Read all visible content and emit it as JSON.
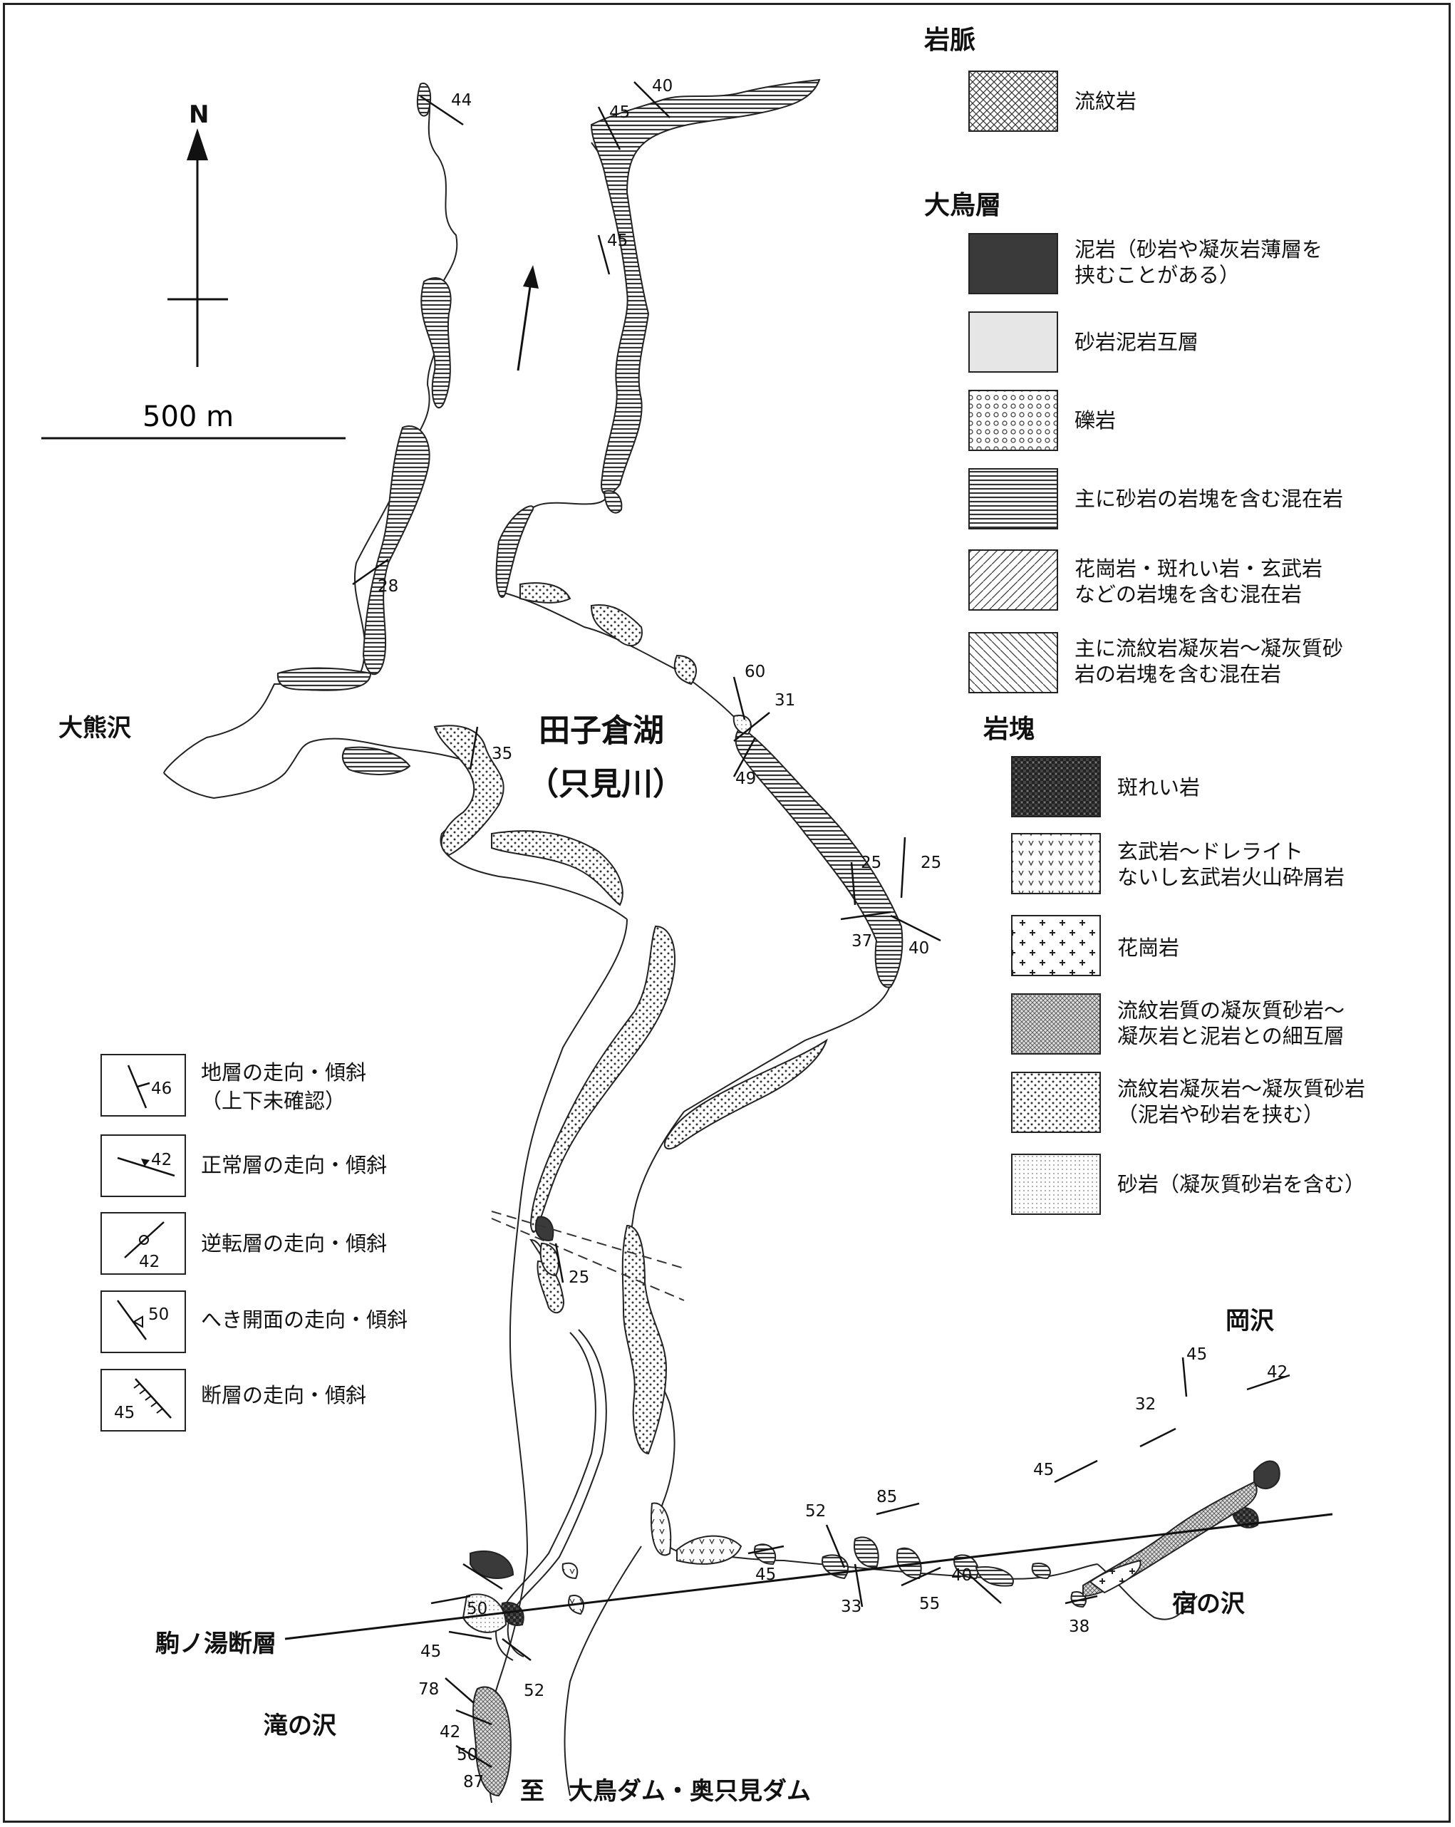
{
  "scale_bar": {
    "label": "500 m"
  },
  "north": {
    "label": "N"
  },
  "place_labels": {
    "lake": "田子倉湖",
    "river": "（只見川）",
    "okuma_sawa": "大熊沢",
    "oka_sawa": "岡沢",
    "yado_no_sawa": "宿の沢",
    "komanoyu_fault": "駒ノ湯断層",
    "taki_no_sawa": "滝の沢",
    "destination": "至　大鳥ダム・奥只見ダム"
  },
  "dip_values": [
    "44",
    "40",
    "45",
    "45",
    "28",
    "60",
    "31",
    "35",
    "49",
    "25",
    "25",
    "37",
    "40",
    "25",
    "45",
    "42",
    "32",
    "45",
    "52",
    "85",
    "45",
    "33",
    "55",
    "40",
    "38",
    "50",
    "45",
    "78",
    "52",
    "42",
    "50",
    "87"
  ],
  "legend": {
    "dike_heading": "岩脈",
    "dike_items": [
      {
        "label": "流紋岩",
        "pattern": "crosshatch"
      }
    ],
    "otori_heading": "大鳥層",
    "otori_items": [
      {
        "label": "泥岩（砂岩や凝灰岩薄層を",
        "label2": "挟むことがある）",
        "pattern": "solid-dark"
      },
      {
        "label": "砂岩泥岩互層",
        "label2": "",
        "pattern": "light-gray"
      },
      {
        "label": "礫岩",
        "label2": "",
        "pattern": "circles"
      },
      {
        "label": "主に砂岩の岩塊を含む混在岩",
        "label2": "",
        "pattern": "horizontal-lines"
      },
      {
        "label": "花崗岩・斑れい岩・玄武岩",
        "label2": "などの岩塊を含む混在岩",
        "pattern": "diagonal-right"
      },
      {
        "label": "主に流紋岩凝灰岩～凝灰質砂",
        "label2": "岩の岩塊を含む混在岩",
        "pattern": "diagonal-left"
      }
    ],
    "block_heading": "岩塊",
    "block_items": [
      {
        "label": "斑れい岩",
        "label2": "",
        "pattern": "dark-checker"
      },
      {
        "label": "玄武岩～ドレライト",
        "label2": "ないし玄武岩火山砕屑岩",
        "pattern": "v-marks"
      },
      {
        "label": "花崗岩",
        "label2": "",
        "pattern": "plus"
      },
      {
        "label": "流紋岩質の凝灰質砂岩～",
        "label2": "凝灰岩と泥岩との細互層",
        "pattern": "fine-hatch"
      },
      {
        "label": "流紋岩凝灰岩～凝灰質砂岩",
        "label2": "（泥岩や砂岩を挟む）",
        "pattern": "dots"
      },
      {
        "label": "砂岩（凝灰質砂岩を含む）",
        "label2": "",
        "pattern": "fine-dots"
      }
    ]
  },
  "symbol_legend": [
    {
      "value": "46",
      "label": "地層の走向・傾斜",
      "label2": "（上下未確認）",
      "icon": "strike-dip-icon"
    },
    {
      "value": "42",
      "label": "正常層の走向・傾斜",
      "label2": "",
      "icon": "normal-bed-icon"
    },
    {
      "value": "42",
      "label": "逆転層の走向・傾斜",
      "label2": "",
      "icon": "overturned-bed-icon"
    },
    {
      "value": "50",
      "label": "へき開面の走向・傾斜",
      "label2": "",
      "icon": "cleavage-icon"
    },
    {
      "value": "45",
      "label": "断層の走向・傾斜",
      "label2": "",
      "icon": "fault-icon"
    }
  ]
}
